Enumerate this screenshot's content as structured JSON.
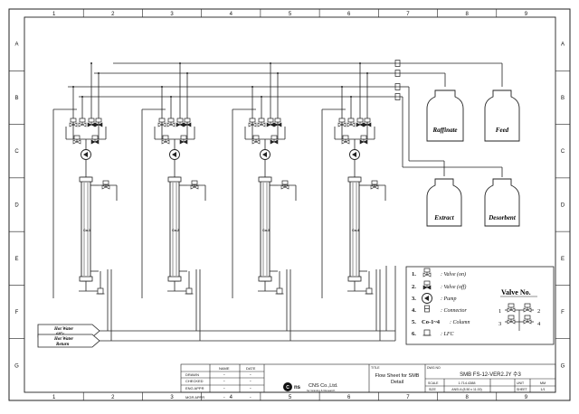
{
  "border": {
    "columns": [
      "1",
      "2",
      "3",
      "4",
      "5",
      "6",
      "7",
      "8",
      "9"
    ],
    "rows": [
      "A",
      "B",
      "C",
      "D",
      "E",
      "F",
      "G"
    ]
  },
  "bottles": {
    "raffinate": "Raffinate",
    "feed": "Feed",
    "extract": "Extract",
    "desorbent": "Desorbent"
  },
  "columns": [
    "Co-1",
    "Co-2",
    "Co-3",
    "Co-4"
  ],
  "water": {
    "hot_water_in_l1": "Hot Water",
    "hot_water_in_l2": "60°c",
    "hot_water_return_l1": "Hot Water",
    "hot_water_return_l2": "Return"
  },
  "legend": {
    "items": [
      {
        "num": "1.",
        "label": ": Valve (on)"
      },
      {
        "num": "2.",
        "label": ": Valve (off)"
      },
      {
        "num": "3.",
        "label": ": Pump"
      },
      {
        "num": "4.",
        "label": ": Connector"
      },
      {
        "num": "5.",
        "symbol": "Co-1~4",
        "label": ": Column"
      },
      {
        "num": "6.",
        "label": ": LFC"
      }
    ],
    "valve_no_title": "Valve No.",
    "valve_no_numbers": [
      "1",
      "2",
      "3",
      "4"
    ]
  },
  "title_block": {
    "name_hdr": "NAME",
    "date_hdr": "DATE",
    "rows": [
      "DRAWN",
      "CHECKED",
      "ENG APPR",
      "MGR APPR"
    ],
    "dash": "-",
    "company": "CNS Co.,Ltd.",
    "company_sub": "for Graving & Research",
    "title_label": "TITLE",
    "title_l1": "Flow Sheet for SMB",
    "title_l2": "Detail",
    "dwgno_label": "DWG NO",
    "dwgno": "SMB FS-12-VER2.JY 수3",
    "scale_label": "SCALE",
    "scale": "1:714.4388",
    "unit_label": "UNIT",
    "unit": "MM",
    "size_label": "SIZE",
    "size": "ANSI A (8.50 x 11.00)",
    "sheet_label": "SHEET",
    "sheet": "1/1"
  }
}
